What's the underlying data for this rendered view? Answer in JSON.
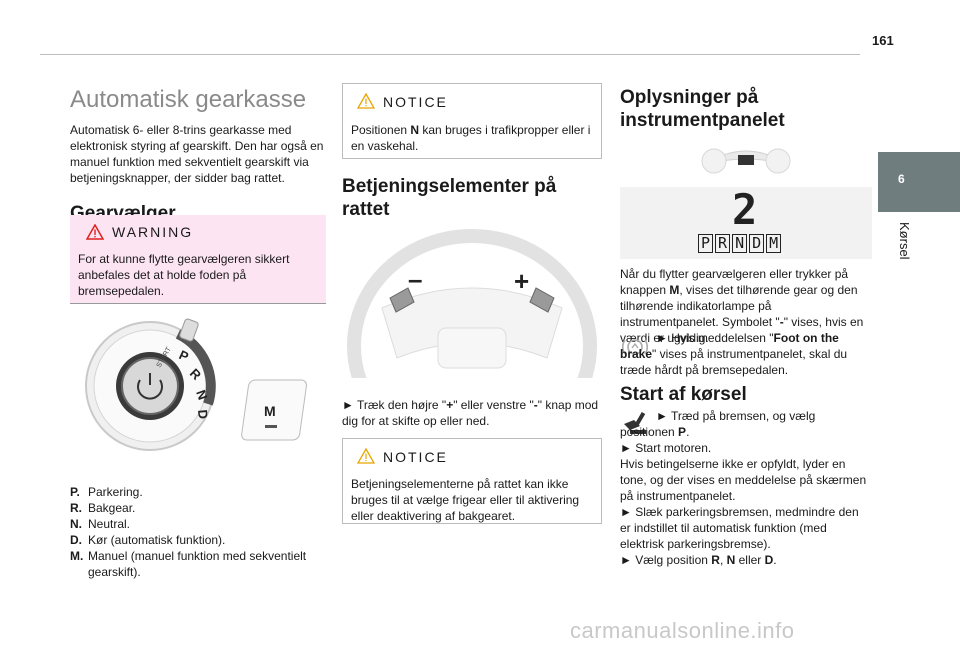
{
  "page_number": "161",
  "chapter_tab": {
    "number": "6",
    "label": "Kørsel"
  },
  "watermark": "carmanualsonline.info",
  "col1": {
    "title": "Automatisk gearkasse",
    "intro": "Automatisk 6- eller 8-trins gearkasse med elektronisk styring af gearskift. Den har også en manuel funktion med sekventielt gearskift via betjeningsknapper, der sidder bag rattet.",
    "heading": "Gearvælger",
    "warning": {
      "title": "WARNING",
      "text": "For at kunne flytte gearvælgeren sikkert anbefales det at holde foden på bremsepedalen."
    },
    "selector_letters": [
      "P",
      "R",
      "N",
      "D"
    ],
    "selector_center": "START",
    "m_button": "M",
    "legend": [
      {
        "key": "P.",
        "text": "Parkering."
      },
      {
        "key": "R.",
        "text": "Bakgear."
      },
      {
        "key": "N.",
        "text": "Neutral."
      },
      {
        "key": "D.",
        "text": "Kør (automatisk funktion)."
      },
      {
        "key": "M.",
        "text": "Manuel (manuel funktion med sekventielt gearskift)."
      }
    ]
  },
  "col2": {
    "notice1": {
      "title": "NOTICE",
      "text_a": "Positionen ",
      "bold": "N",
      "text_b": " kan bruges i trafikpropper eller i en vaskehal."
    },
    "heading": "Betjeningselementer på rattet",
    "wheel_minus": "–",
    "wheel_plus": "+",
    "instruction": {
      "arrow": "►",
      "a": " Træk den højre \"",
      "plus": "+",
      "b": "\" eller venstre \"",
      "minus": "-",
      "c": "\" knap mod dig for at skifte op eller ned."
    },
    "notice2": {
      "title": "NOTICE",
      "text": "Betjeningselementerne på rattet kan ikke bruges til at vælge frigear eller til aktivering eller deaktivering af bakgearet."
    }
  },
  "col3": {
    "heading": "Oplysninger på instrumentpanelet",
    "display_digit": "2",
    "display_letters": [
      "P",
      "R",
      "N",
      "D",
      "M"
    ],
    "para1": {
      "a": "Når du flytter gearvælgeren eller trykker på knappen ",
      "m": "M",
      "b": ", vises det tilhørende gear og den tilhørende indikatorlampe på instrumentpanelet. Symbolet \"",
      "dash": "-",
      "c": "\" vises, hvis en værdi er ugyldig."
    },
    "para2": {
      "arrow": "►",
      "a": " Hvis meddelelsen \"",
      "bold": "Foot on the brake",
      "b": "\" vises på instrumentpanelet, skal du træde hårdt på bremsepedalen."
    },
    "heading2": "Start af kørsel",
    "step1": {
      "arrow": "►",
      "a": " Træd på bremsen, og vælg positionen ",
      "bold": "P",
      "b": "."
    },
    "step2": "► Start motoren.",
    "para3": "Hvis betingelserne ikke er opfyldt, lyder en tone, og der vises en meddelelse på skærmen på instrumentpanelet.",
    "step3": "► Slæk parkeringsbremsen, medmindre den er indstillet til automatisk funktion (med elektrisk parkeringsbremse).",
    "step4": {
      "a": "► Vælg position ",
      "r": "R",
      "comma": ", ",
      "n": "N",
      "or": " eller ",
      "d": "D",
      "dot": "."
    }
  }
}
